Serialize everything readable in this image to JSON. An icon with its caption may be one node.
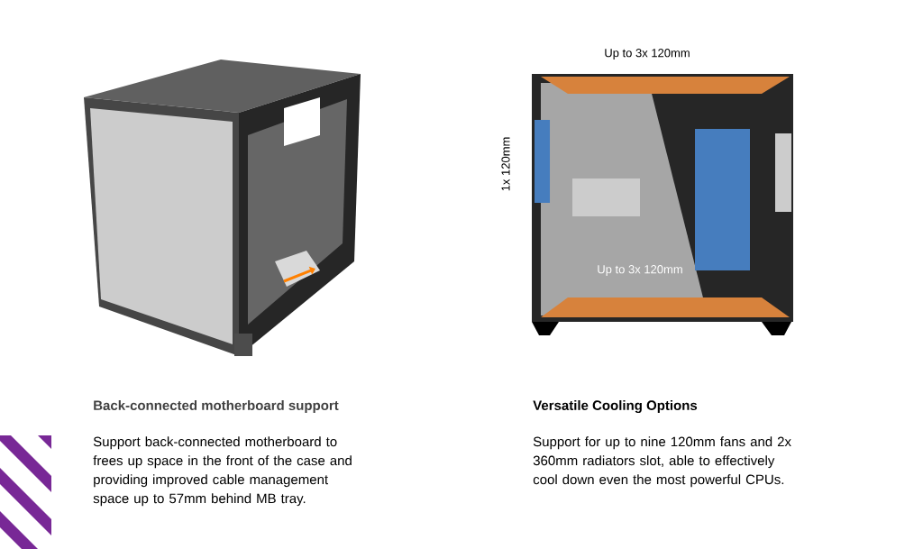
{
  "diagram": {
    "labels": [
      "Up to 3x 120mm",
      "1x 120mm",
      "Up to 3x 120mm",
      "Back-connected motherboard support",
      "Support back-connected motherboard to frees up space in the front of the case and providing improved cable management space up to 57mm behind MB tray.",
      "Versatile Cooling Options",
      "Support for up to nine 120mm fans and 2x 360mm radiators slot, able to effectively cool down even the most powerful CPUs."
    ]
  }
}
